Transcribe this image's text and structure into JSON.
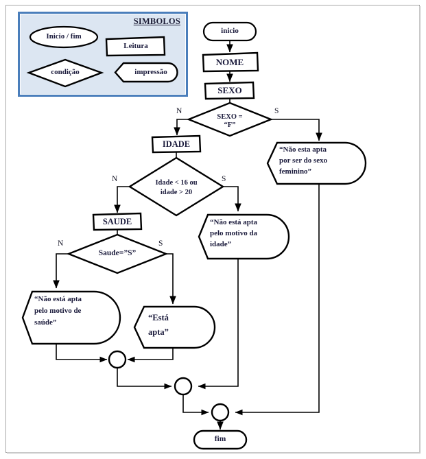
{
  "legend": {
    "title": "SIMBOLOS",
    "shapes": [
      {
        "name": "terminator",
        "label": "Inicio / fim"
      },
      {
        "name": "process",
        "label": "Leitura"
      },
      {
        "name": "decision",
        "label": "condição"
      },
      {
        "name": "output",
        "label": "impressão"
      }
    ]
  },
  "flow": {
    "start": "inicio",
    "read_name": "NOME",
    "read_sex": "SEXO",
    "decision_sex": "SEXO =\n“F”",
    "decision_sex_line1": "SEXO =",
    "decision_sex_line2": "“F”",
    "out_female_line1": "“Não  esta  apta",
    "out_female_line2": "por  ser  do  sexo",
    "out_female_line3": "feminino”",
    "read_age": "IDADE",
    "decision_age_line1": "Idade < 16 ou",
    "decision_age_line2": "idade > 20",
    "out_age_line1": "“Não está apta",
    "out_age_line2": "pelo motivo da",
    "out_age_line3": "idade”",
    "read_health": "SAUDE",
    "decision_health": "Saude=”S”",
    "out_health_line1": "“Não está apta",
    "out_health_line2": "pelo motivo de",
    "out_health_line3": "saúde”",
    "out_apt_line1": "“Está",
    "out_apt_line2": "apta”",
    "end": "fim",
    "branch_no": "N",
    "branch_yes": "S"
  },
  "colors": {
    "legend_fill": "#dce6f2",
    "legend_border": "#4a7ebb",
    "stroke": "#000000",
    "text": "#1b1b3c",
    "page_border": "#a6a6a6"
  }
}
